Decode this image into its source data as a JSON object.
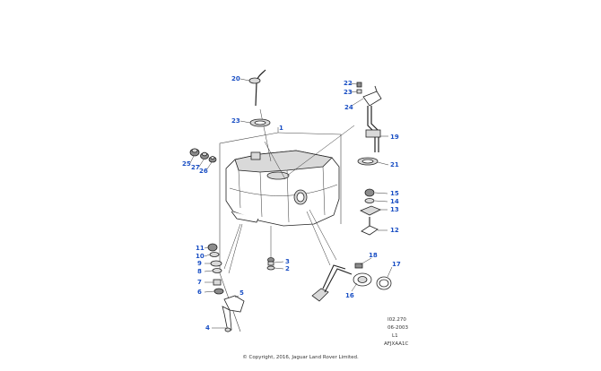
{
  "callouts": {
    "c1": "1",
    "c2": "2",
    "c3": "3",
    "c4": "4",
    "c5": "5",
    "c6": "6",
    "c7": "7",
    "c8": "8",
    "c9": "9",
    "c10": "10",
    "c11": "11",
    "c12": "12",
    "c13": "13",
    "c14": "14",
    "c15": "15",
    "c16": "16",
    "c17": "17",
    "c18": "18",
    "c19": "19",
    "c20": "20",
    "c21": "21",
    "c22": "22",
    "c23": "23",
    "c23b": "23",
    "c24": "24",
    "c25": "25",
    "c26": "26",
    "c27": "27"
  },
  "reference": {
    "line1": "I02.270",
    "line2": "06-2003",
    "line3": "L1",
    "line4": "AFJXAA1C"
  },
  "footer": {
    "copyright": "© Copyright, 2016, Jaguar Land Rover Limited."
  },
  "colors": {
    "callout": "#1a4fc4",
    "line": "#222222"
  }
}
